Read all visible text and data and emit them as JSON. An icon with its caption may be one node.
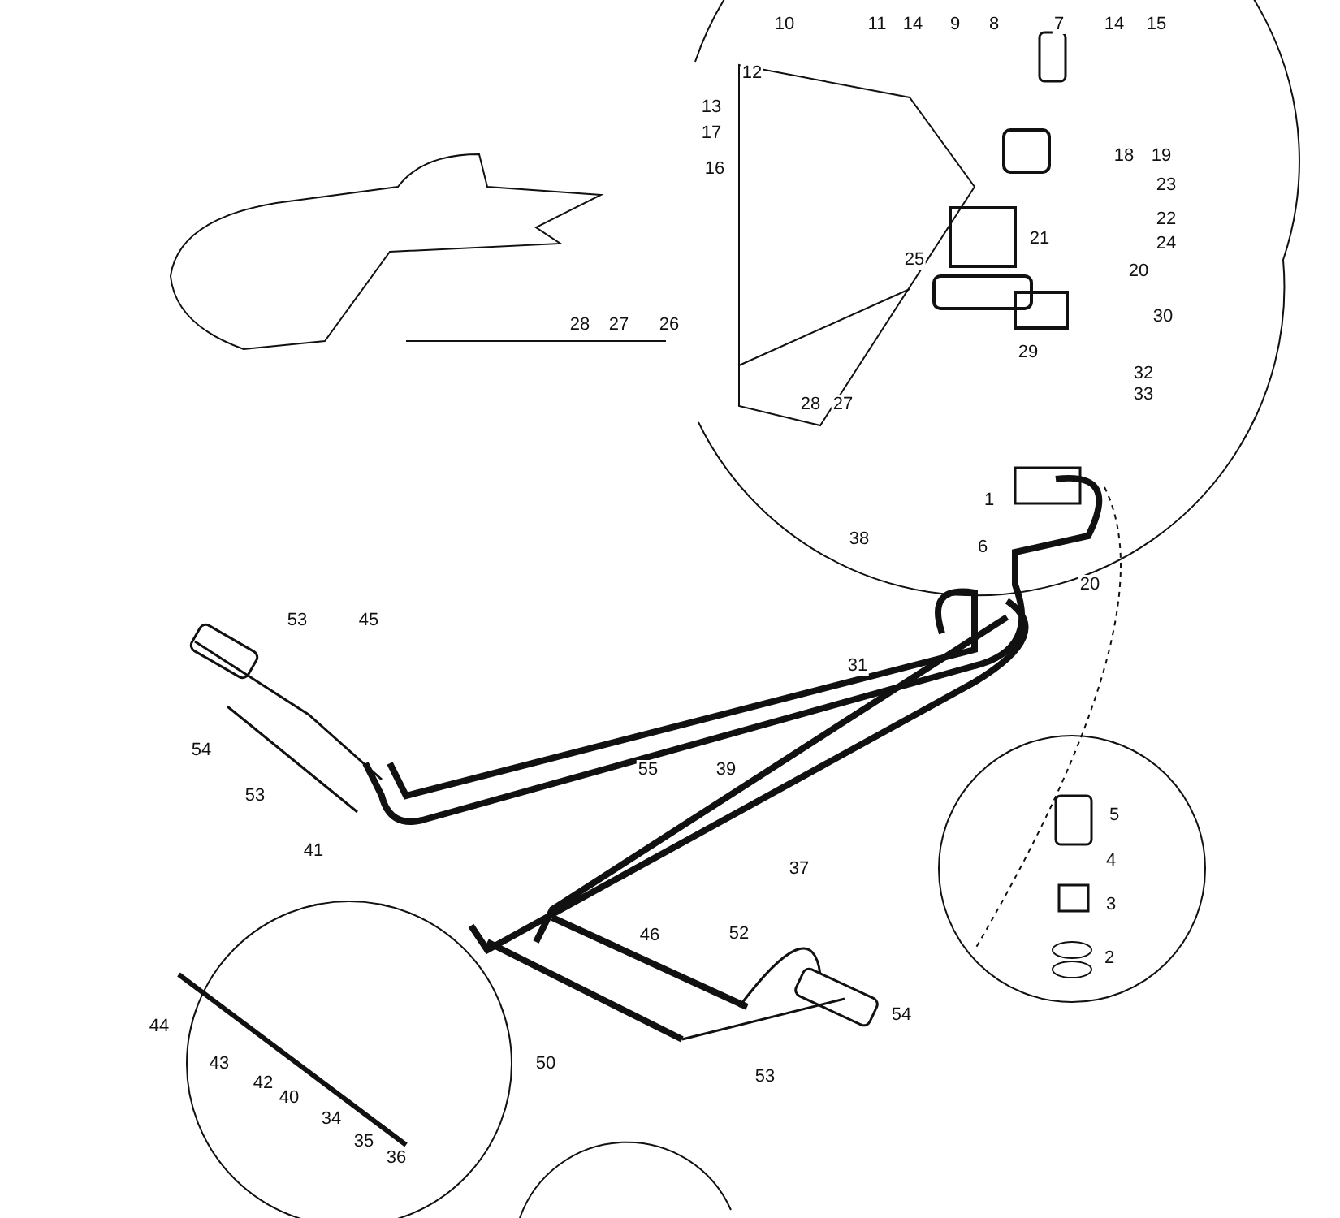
{
  "diagram": {
    "labels": [
      "10",
      "11",
      "14",
      "9",
      "8",
      "7",
      "14",
      "15",
      "12",
      "13",
      "17",
      "16",
      "18",
      "19",
      "23",
      "22",
      "21",
      "24",
      "25",
      "20",
      "28",
      "27",
      "26",
      "30",
      "29",
      "28",
      "27",
      "32",
      "33",
      "1",
      "38",
      "6",
      "20",
      "53",
      "45",
      "31",
      "54",
      "53",
      "41",
      "55",
      "39",
      "5",
      "37",
      "4",
      "3",
      "2",
      "46",
      "52",
      "54",
      "44",
      "43",
      "50",
      "53",
      "42",
      "40",
      "34",
      "35",
      "36"
    ]
  }
}
